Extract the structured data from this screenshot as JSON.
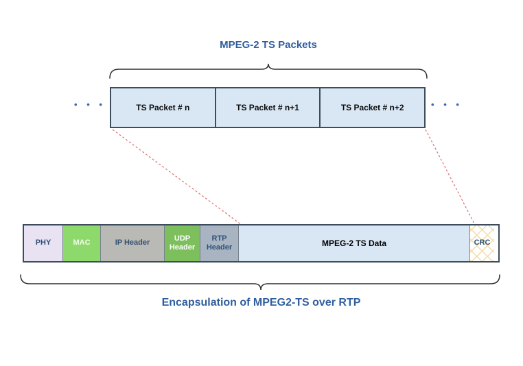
{
  "diagram": {
    "title": "MPEG-2 TS Packets",
    "caption": "Encapsulation of MPEG2-TS over RTP",
    "ellipsis_left": "• • •",
    "ellipsis_right": "• • •",
    "ts_packets": [
      {
        "label": "TS Packet # n"
      },
      {
        "label": "TS Packet # n+1"
      },
      {
        "label": "TS Packet # n+2"
      }
    ],
    "rtp_segments": [
      {
        "label": "PHY",
        "bg": "#E9E2F2"
      },
      {
        "label": "MAC",
        "bg": "#8ED96C"
      },
      {
        "label": "IP Header",
        "bg": "#B9B9B6"
      },
      {
        "label": "UDP Header",
        "bg": "#7CBF5C"
      },
      {
        "label": "RTP Header",
        "bg": "#A9B4C2"
      },
      {
        "label": "MPEG-2 TS Data",
        "bg": "#D9E7F5"
      },
      {
        "label": "CRC",
        "bg": "#FFFFFF",
        "pattern": "orange-crosshatch"
      }
    ],
    "colors": {
      "heading_text": "#2F5E9E",
      "packet_fill": "#D9E7F5",
      "box_border": "#3D4C5C",
      "brace_stroke": "#2F2F2F",
      "dashed_mapping_line": "#DC7070",
      "ellipsis_dots": "#3E68B4",
      "crc_hatch": "#F2DCA9"
    }
  }
}
